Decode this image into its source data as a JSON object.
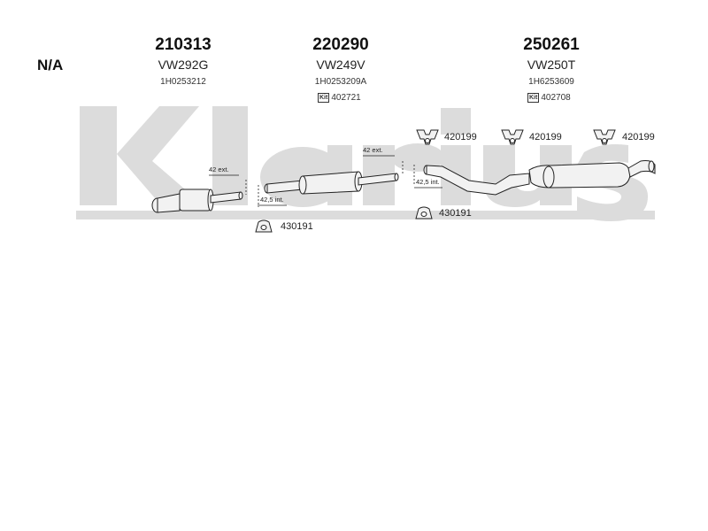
{
  "header": {
    "na_label": "N/A"
  },
  "parts": [
    {
      "part_number": "210313",
      "code": "VW292G",
      "oem": "1H0253212"
    },
    {
      "part_number": "220290",
      "code": "VW249V",
      "oem": "1H0253209A",
      "kit": "402721",
      "kit_tag": "Kit"
    },
    {
      "part_number": "250261",
      "code": "VW250T",
      "oem": "1H6253609",
      "kit": "402708",
      "kit_tag": "Kit"
    }
  ],
  "hangers": [
    {
      "label": "420199"
    },
    {
      "label": "420199"
    },
    {
      "label": "420199"
    },
    {
      "label": "430191"
    },
    {
      "label": "430191"
    }
  ],
  "dimensions": [
    {
      "label": "42 ext."
    },
    {
      "label": "42,5 int."
    },
    {
      "label": "42 ext."
    },
    {
      "label": "42,5 int."
    }
  ],
  "colors": {
    "watermark": "#dcdcdc",
    "line": "#222222",
    "part_fill": "#f2f2f2"
  }
}
